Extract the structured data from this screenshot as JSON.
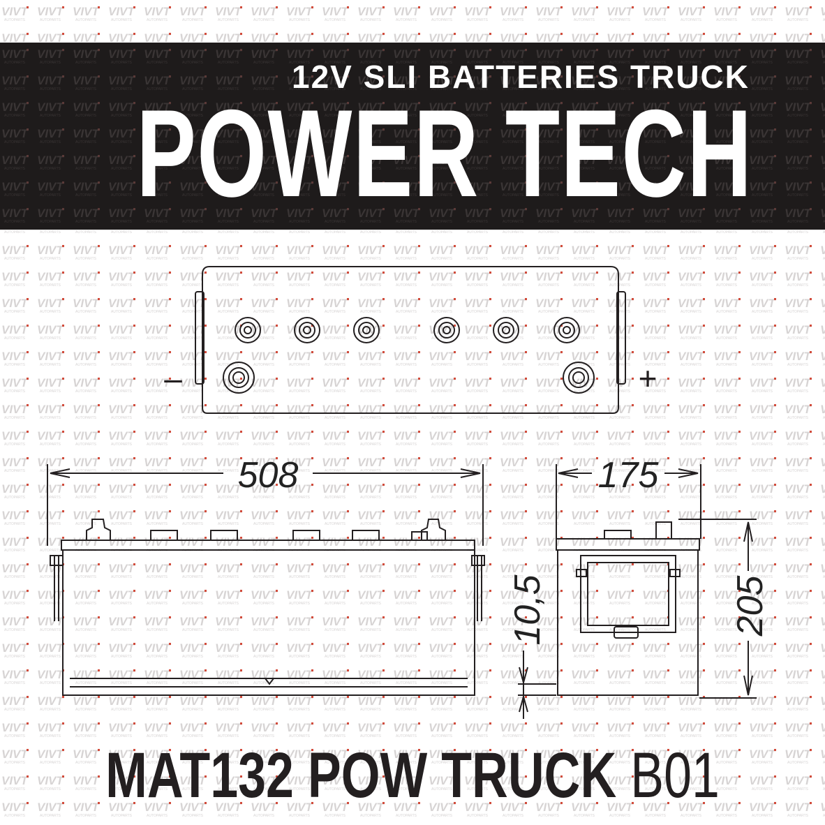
{
  "watermark": {
    "text": "VIVT",
    "sub": "AUTOPARTS",
    "color": "#d7d4d4",
    "accent": "#d14b3b"
  },
  "banner": {
    "subtitle": "12V SLI BATTERIES TRUCK",
    "title": "POWER TECH",
    "background": "#1e1b1b"
  },
  "top_view": {
    "negative_symbol": "–",
    "positive_symbol": "+",
    "vent_caps": 6
  },
  "dimensions": {
    "length": "508",
    "width": "175",
    "height": "205",
    "base_ledge": "10,5"
  },
  "model": {
    "main": "MAT132 POW TRUCK",
    "suffix": "B01"
  }
}
